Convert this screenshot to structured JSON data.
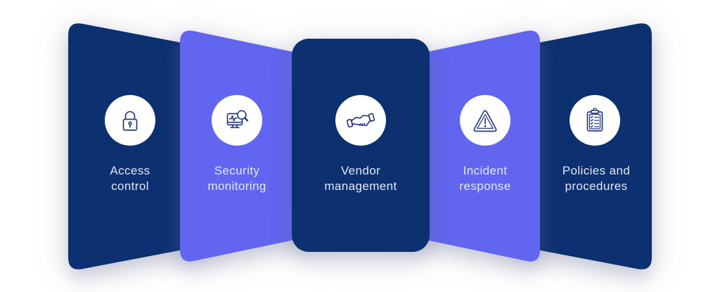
{
  "colors": {
    "navy": "#0c3070",
    "purple": "#6165f0",
    "icon_stroke": "#2b3b80",
    "label_text": "#e3e7f4",
    "circle_fill": "#ffffff",
    "background": "#ffffff"
  },
  "cards": [
    {
      "id": "access-control",
      "label": "Access\ncontrol",
      "color": "navy",
      "icon": "lock-icon"
    },
    {
      "id": "security-monitoring",
      "label": "Security\nmonitoring",
      "color": "purple",
      "icon": "monitor-magnifier-icon"
    },
    {
      "id": "vendor-management",
      "label": "Vendor\nmanagement",
      "color": "navy",
      "icon": "handshake-icon"
    },
    {
      "id": "incident-response",
      "label": "Incident\nresponse",
      "color": "purple",
      "icon": "warning-triangle-icon"
    },
    {
      "id": "policies-procedures",
      "label": "Policies and\nprocedures",
      "color": "navy",
      "icon": "clipboard-checklist-icon"
    }
  ]
}
